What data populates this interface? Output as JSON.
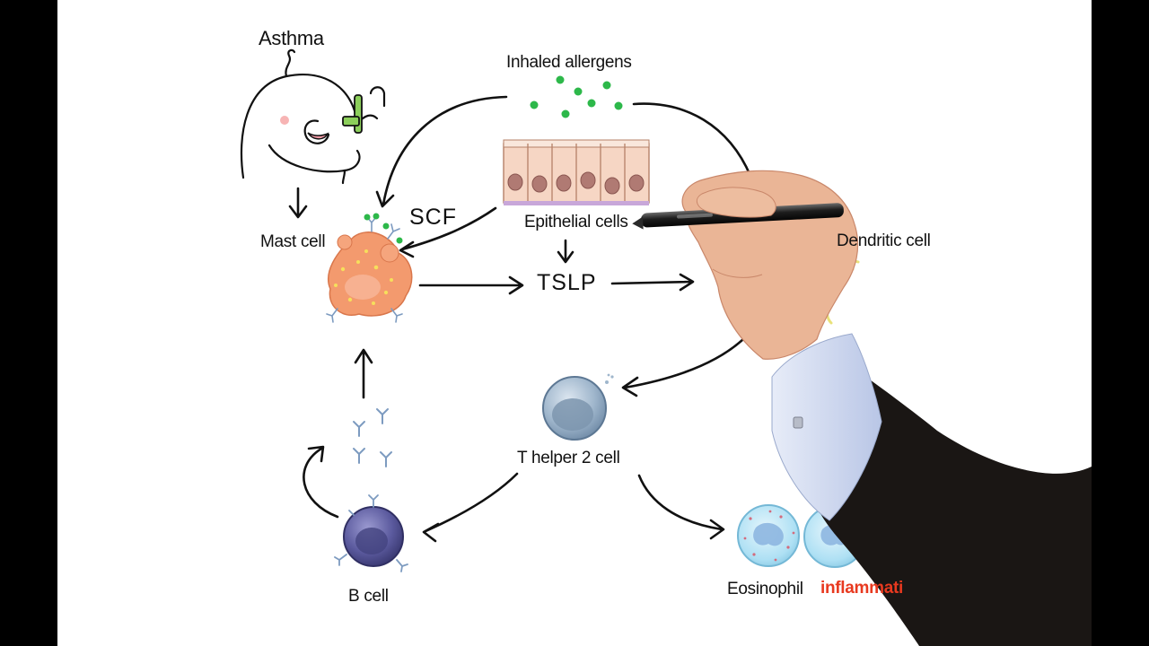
{
  "labels": {
    "asthma": "Asthma",
    "inhaled_allergens": "Inhaled allergens",
    "scf": "SCF",
    "mast_cell": "Mast cell",
    "epithelial_cells": "Epithelial cells",
    "tslp": "TSLP",
    "dendritic_cell": "Dendritic cell",
    "t_helper_2_cell": "T helper 2  cell",
    "b_cell": "B cell",
    "eosinophil": "Eosinophil",
    "inflammation": "inflammati"
  },
  "colors": {
    "background": "#ffffff",
    "side_bars": "#000000",
    "arrows": "#111111",
    "allergen_green": "#2db84a",
    "mast_cell": "#f39a6e",
    "epithelium": "#f6d6c4",
    "th2_cell": "#9fb6cc",
    "b_cell": "#5b5a9e",
    "eosinophil": "#aee0f4",
    "highlight_red": "#e8391f",
    "suit": "#1a1614",
    "shirt": "#d7e0f4",
    "skin": "#eab596"
  },
  "icons": [
    "asthma-patient-inhaler-icon",
    "allergen-particles-icon",
    "epithelium-icon",
    "mast-cell-icon",
    "dendritic-cell-icon",
    "th2-cell-icon",
    "antibody-icon",
    "b-cell-icon",
    "eosinophil-icon",
    "hand-with-pen-icon"
  ]
}
